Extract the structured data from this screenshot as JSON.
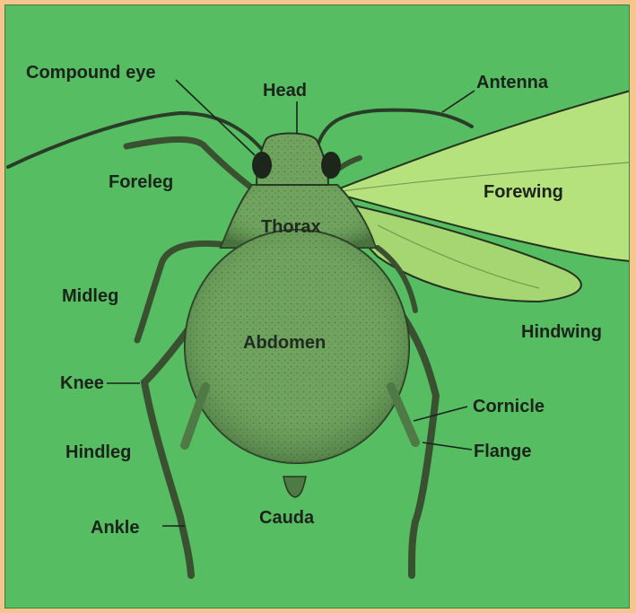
{
  "colors": {
    "border": "#f6c48d",
    "background": "#57bd63",
    "body": "#6fa35e",
    "wing": "#b6e27d",
    "ink": "#1b231b"
  },
  "labels": {
    "compound_eye": "Compound eye",
    "head": "Head",
    "antenna": "Antenna",
    "foreleg": "Foreleg",
    "forewing": "Forewing",
    "thorax": "Thorax",
    "midleg": "Midleg",
    "abdomen": "Abdomen",
    "hindwing": "Hindwing",
    "knee": "Knee",
    "cornicle": "Cornicle",
    "hindleg": "Hindleg",
    "flange": "Flange",
    "ankle": "Ankle",
    "cauda": "Cauda"
  }
}
